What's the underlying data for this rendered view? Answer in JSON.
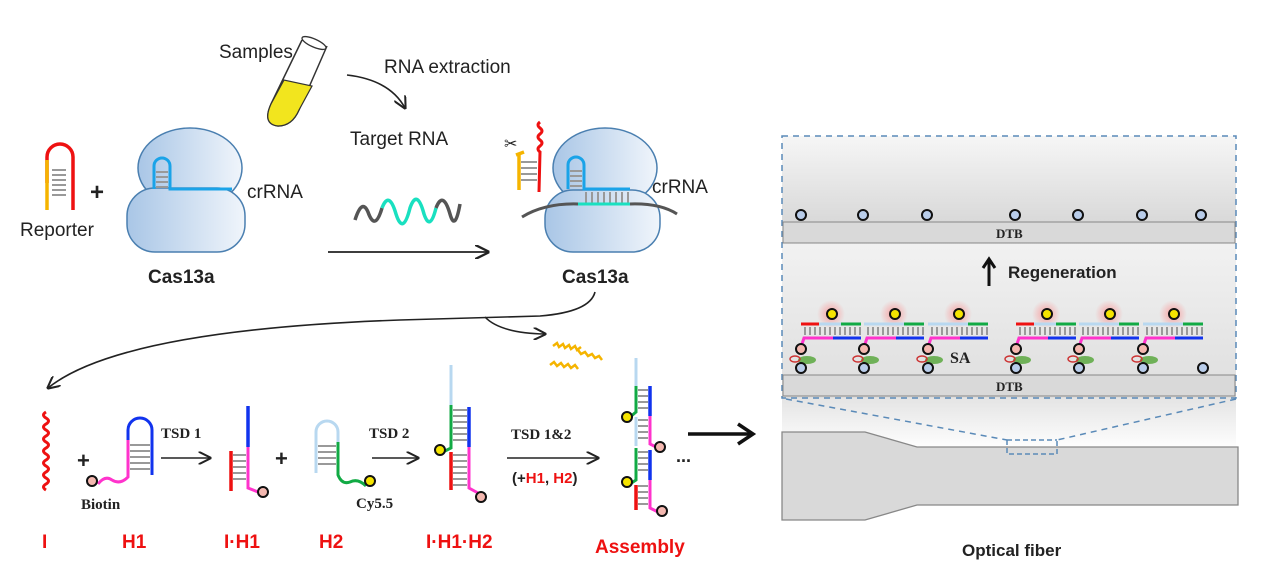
{
  "colors": {
    "red": "#ee1111",
    "yellow_orange": "#f5b400",
    "cas_blue_fill": "#bcd4ec",
    "cas_blue_stroke": "#4a7fb0",
    "crRNA_blue": "#1aa3e8",
    "target_teal": "#19e0c0",
    "target_gray": "#555555",
    "h1_pink": "#ff33cc",
    "h1_blue": "#1133ee",
    "h2_green": "#11aa44",
    "h2_lightblue": "#b8d8f0",
    "biotin_pink": "#f4b8b0",
    "cy55_yellow": "#f5e400",
    "dtb_gray": "#d9d9d9",
    "dashed_blue": "#5a8ab8"
  },
  "top_panel": {
    "samples_label": "Samples",
    "rna_extraction_label": "RNA extraction",
    "target_rna_label": "Target RNA",
    "reporter_label": "Reporter",
    "plus_sign": "+",
    "crrna_label_left": "crRNA",
    "crrna_label_right": "crRNA",
    "cas13a_label_left": "Cas13a",
    "cas13a_label_right": "Cas13a"
  },
  "bottom_panel": {
    "species": [
      {
        "id": "I",
        "label": "I"
      },
      {
        "id": "H1",
        "label": "H1"
      },
      {
        "id": "I-H1",
        "label": "I·H1"
      },
      {
        "id": "H2",
        "label": "H2"
      },
      {
        "id": "I-H1-H2",
        "label": "I·H1·H2"
      },
      {
        "id": "assembly",
        "label": "Assembly"
      }
    ],
    "biotin_label": "Biotin",
    "cy55_label": "Cy5.5",
    "tsd1_label": "TSD 1",
    "tsd2_label": "TSD 2",
    "tsd12_label": "TSD 1&2",
    "tsd12_sub_open": "(+",
    "tsd12_sub_h1": "H1",
    "tsd12_sub_comma": ", ",
    "tsd12_sub_h2": "H2",
    "tsd12_sub_close": ")",
    "ellipsis": "...",
    "plus_sign": "+"
  },
  "right_panel": {
    "dtb_top_label": "DTB",
    "dtb_bottom_label": "DTB",
    "regeneration_label": "Regeneration",
    "sa_label": "SA",
    "optical_fiber_label": "Optical fiber",
    "top_surface_beads": 7,
    "bottom_surface_units": 6
  }
}
